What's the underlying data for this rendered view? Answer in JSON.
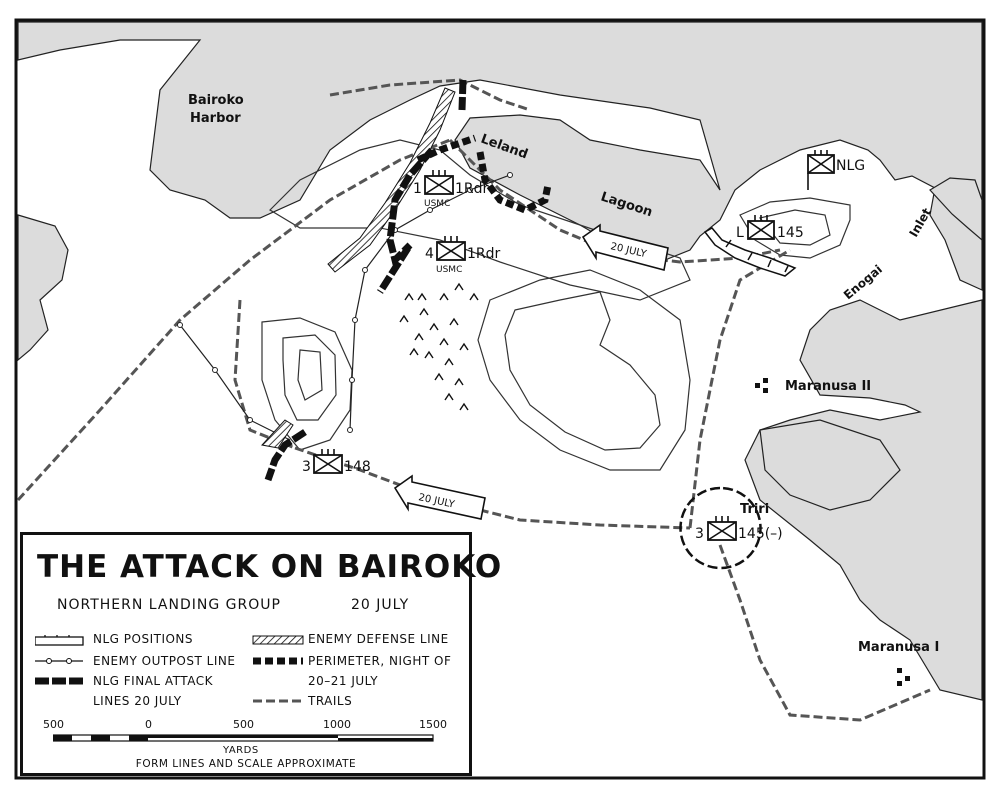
{
  "title": "THE ATTACK ON BAIROKO",
  "subtitle": {
    "group": "NORTHERN LANDING GROUP",
    "date": "20 JULY"
  },
  "place_labels": {
    "bairoko_harbor_1": "Bairoko",
    "bairoko_harbor_2": "Harbor",
    "leland": "Leland",
    "lagoon": "Lagoon",
    "enogai": "Enogai",
    "inlet": "Inlet",
    "maranusa_ii": "Maranusa II",
    "maranusa_i": "Maranusa I",
    "triri": "Triri"
  },
  "units": {
    "nlg": "NLG",
    "usmc_1_rdr_num": "1",
    "usmc_1_rdr_unit": "1Rdr",
    "usmc_1_rdr_sub": "USMC",
    "usmc_4_rdr_num": "4",
    "usmc_4_rdr_unit": "1Rdr",
    "usmc_4_rdr_sub": "USMC",
    "l145_num": "L",
    "l145_unit": "145",
    "b3_148_num": "3",
    "b3_148_unit": "148",
    "b3_145_num": "3",
    "b3_145_unit": "145(–)"
  },
  "arrows": {
    "arrow_east": "20 JULY",
    "arrow_center": "20 JULY"
  },
  "legend": {
    "nlg_positions": "NLG POSITIONS",
    "enemy_defense_line": "ENEMY DEFENSE LINE",
    "enemy_outpost_line": "ENEMY OUTPOST LINE",
    "perimeter_1": "PERIMETER, NIGHT OF",
    "perimeter_2": "20–21 JULY",
    "final_attack_1": "NLG FINAL ATTACK",
    "final_attack_2": "LINES 20 JULY",
    "trails": "TRAILS"
  },
  "scale": {
    "ticks": [
      "500",
      "0",
      "500",
      "1000",
      "1500"
    ],
    "unit": "YARDS",
    "note": "FORM LINES AND SCALE APPROXIMATE"
  },
  "colors": {
    "water": "#dcdcdc",
    "land": "#ffffff",
    "ink": "#111111"
  }
}
